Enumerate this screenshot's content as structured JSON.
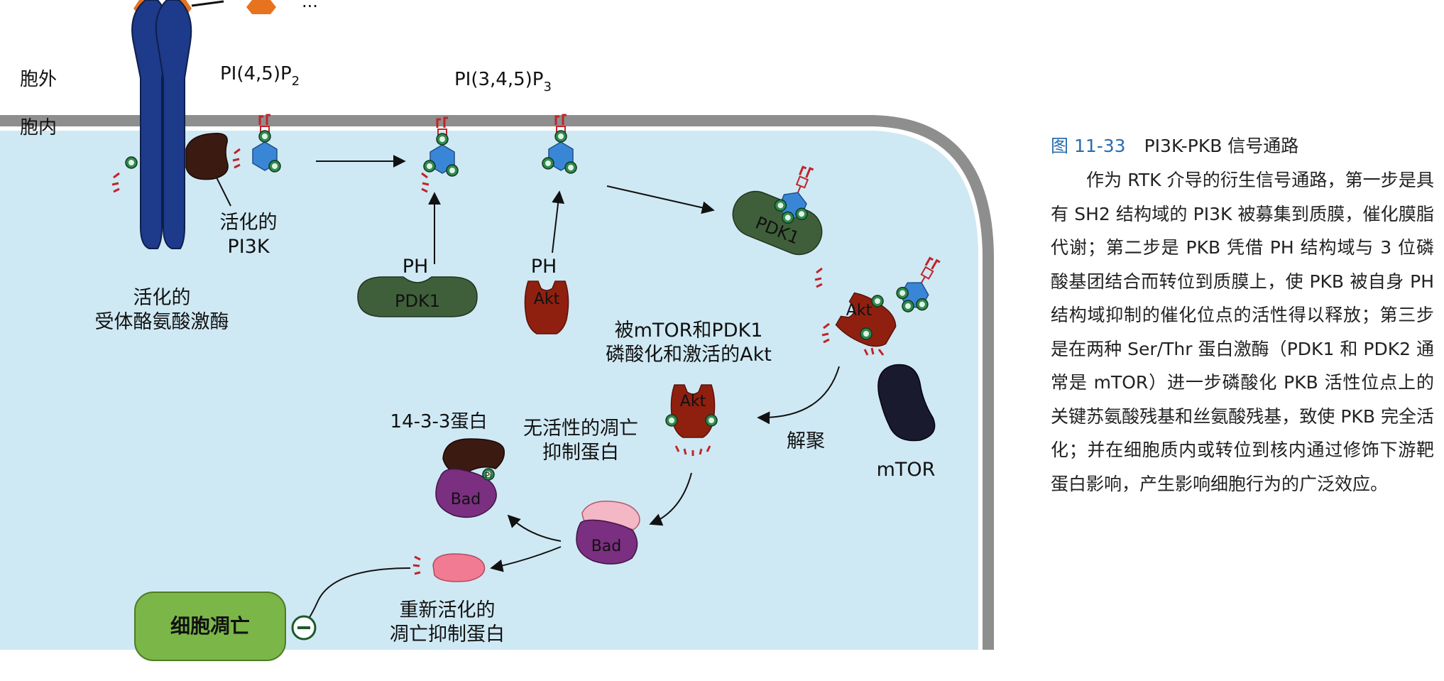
{
  "labels": {
    "signal": "...",
    "outside": "胞外",
    "inside": "胞内",
    "pip2": "PI(4,5)P",
    "pip2_sub": "2",
    "pip3": "PI(3,4,5)P",
    "pip3_sub": "3",
    "pi3k_l1": "活化的",
    "pi3k_l2": "PI3K",
    "rtk_l1": "活化的",
    "rtk_l2": "受体酪氨酸激酶",
    "ph": "PH",
    "pdk1": "PDK1",
    "akt": "Akt",
    "akt_active_l1": "被mTOR和PDK1",
    "akt_active_l2": "磷酸化和激活的Akt",
    "dissociate": "解聚",
    "mtor": "mTOR",
    "protein1433": "14-3-3蛋白",
    "inactive_l1": "无活性的凋亡",
    "inactive_l2": "抑制蛋白",
    "bad": "Bad",
    "pi": "Pi",
    "apoptosis": "细胞凋亡",
    "reactivated_l1": "重新活化的",
    "reactivated_l2": "凋亡抑制蛋白"
  },
  "caption": {
    "figure_no": "图 11-33",
    "title": "PI3K-PKB 信号通路",
    "body": "作为 RTK 介导的衍生信号通路，第一步是具有 SH2 结构域的 PI3K 被募集到质膜，催化膜脂代谢；第二步是 PKB 凭借 PH 结构域与 3 位磷酸基团结合而转位到质膜上，使 PKB 被自身 PH 结构域抑制的催化位点的活性得以释放；第三步是在两种 Ser/Thr 蛋白激酶（PDK1 和 PDK2 通常是 mTOR）进一步磷酸化 PKB 活性位点上的关键苏氨酸残基和丝氨酸残基，致使 PKB 完全活化；并在细胞质内或转位到核内通过修饰下游靶蛋白影响，产生影响细胞行为的广泛效应。"
  },
  "colors": {
    "cytoplasm": "#cfe9f4",
    "membrane": "#8e8e8e",
    "receptor": "#1e3a8a",
    "pi3k": "#3b1a12",
    "inositol": "#3a86d6",
    "phosphate": "#2f8a4e",
    "pdk1": "#3f5f3a",
    "akt": "#8f2010",
    "mtor": "#1a1a2e",
    "bad": "#7a2f80",
    "pink": "#e98aa0",
    "apoptosis": "#7ab648",
    "signal": "#e8731f",
    "accent_red": "#c0242a"
  }
}
